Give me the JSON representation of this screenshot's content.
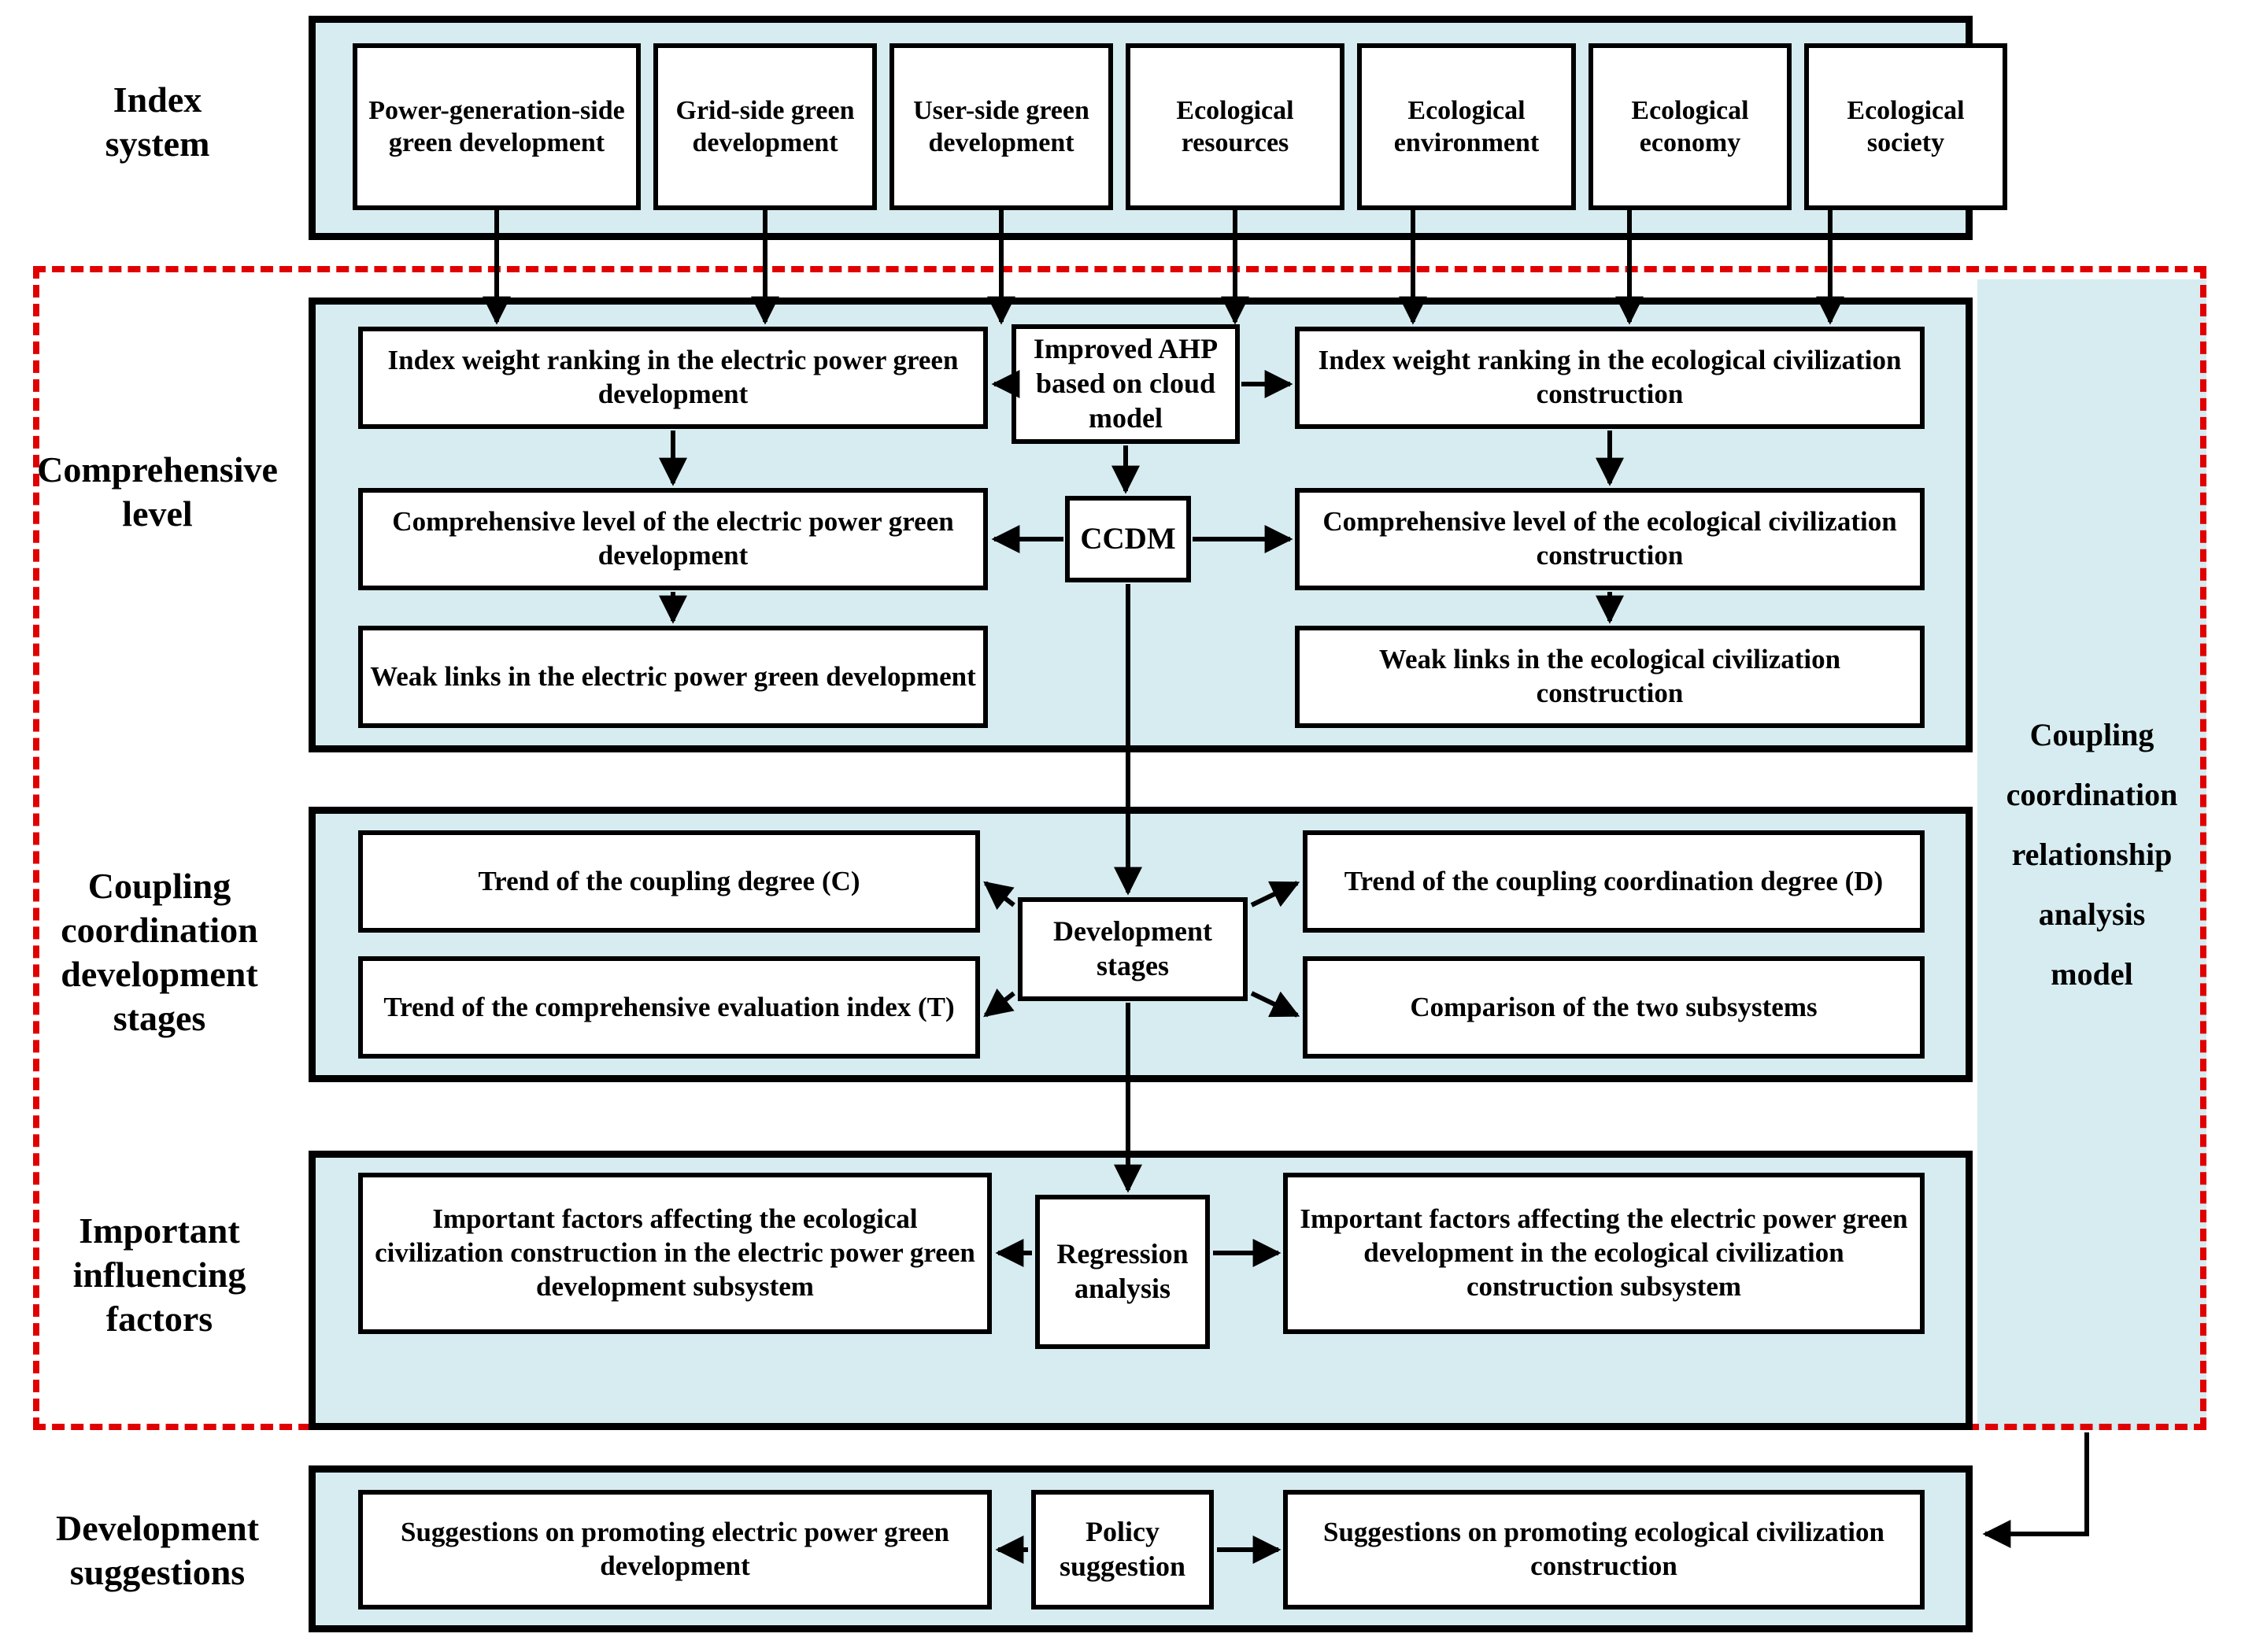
{
  "colors": {
    "panel_fill": "#d6ecf1",
    "node_fill": "#ffffff",
    "border": "#000000",
    "dashed_accent": "#e00000"
  },
  "row_labels": {
    "index_system": "Index\nsystem",
    "comprehensive_level": "Comprehensive\nlevel",
    "coupling_stages": "Coupling\ncoordination\ndevelopment\nstages",
    "influencing_factors": "Important\ninfluencing\nfactors",
    "development_suggestions": "Development\nsuggestions"
  },
  "index_system": {
    "boxes": [
      "Power-generation-side green development",
      "Grid-side green development",
      "User-side green development",
      "Ecological resources",
      "Ecological environment",
      "Ecological economy",
      "Ecological society"
    ]
  },
  "comprehensive_level": {
    "left": [
      "Index weight ranking in the electric power green development",
      "Comprehensive level of the electric power green development",
      "Weak links in the electric power green development"
    ],
    "center": {
      "ahp": "Improved AHP based on cloud model",
      "ccdm": "CCDM"
    },
    "right": [
      "Index weight ranking in the ecological civilization construction",
      "Comprehensive level of the ecological civilization construction",
      "Weak links in the ecological civilization construction"
    ]
  },
  "coupling_stages": {
    "center": "Development stages",
    "left": [
      "Trend of the coupling degree (C)",
      "Trend of the comprehensive evaluation index (T)"
    ],
    "right": [
      "Trend of the coupling coordination degree (D)",
      "Comparison of the two subsystems"
    ]
  },
  "influencing_factors": {
    "center": "Regression analysis",
    "left": "Important factors affecting the ecological civilization construction in the electric power green development subsystem",
    "right": "Important factors affecting the electric power green development in the ecological civilization construction subsystem"
  },
  "development_suggestions": {
    "center": "Policy suggestion",
    "left": "Suggestions on promoting electric power green development",
    "right": "Suggestions on promoting ecological civilization construction"
  },
  "side_panel": {
    "label": "Coupling coordination relationship analysis model"
  }
}
